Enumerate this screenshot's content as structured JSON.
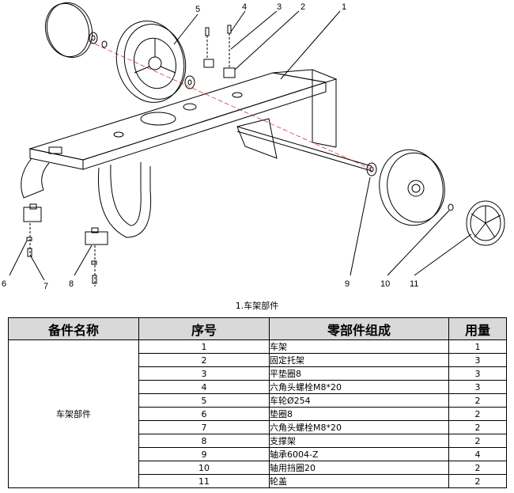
{
  "callouts": [
    "1",
    "2",
    "3",
    "4",
    "5",
    "6",
    "7",
    "8",
    "9",
    "10",
    "11"
  ],
  "caption": "1.车架部件",
  "table": {
    "headers": [
      "备件名称",
      "序号",
      "零部件组成",
      "用量"
    ],
    "group_name": "车架部件",
    "rows": [
      {
        "no": "1",
        "part": "车架",
        "qty": "1"
      },
      {
        "no": "2",
        "part": "固定托架",
        "qty": "3"
      },
      {
        "no": "3",
        "part": "平垫圈8",
        "qty": "3"
      },
      {
        "no": "4",
        "part": "六角头螺栓M8*20",
        "qty": "3"
      },
      {
        "no": "5",
        "part": "车轮Ø254",
        "qty": "2"
      },
      {
        "no": "6",
        "part": "垫圈8",
        "qty": "2"
      },
      {
        "no": "7",
        "part": "六角头螺栓M8*20",
        "qty": "2"
      },
      {
        "no": "8",
        "part": "支撑架",
        "qty": "2"
      },
      {
        "no": "9",
        "part": "轴承6004-Z",
        "qty": "4"
      },
      {
        "no": "10",
        "part": "轴用挡圈20",
        "qty": "2"
      },
      {
        "no": "11",
        "part": "轮盖",
        "qty": "2"
      }
    ]
  }
}
